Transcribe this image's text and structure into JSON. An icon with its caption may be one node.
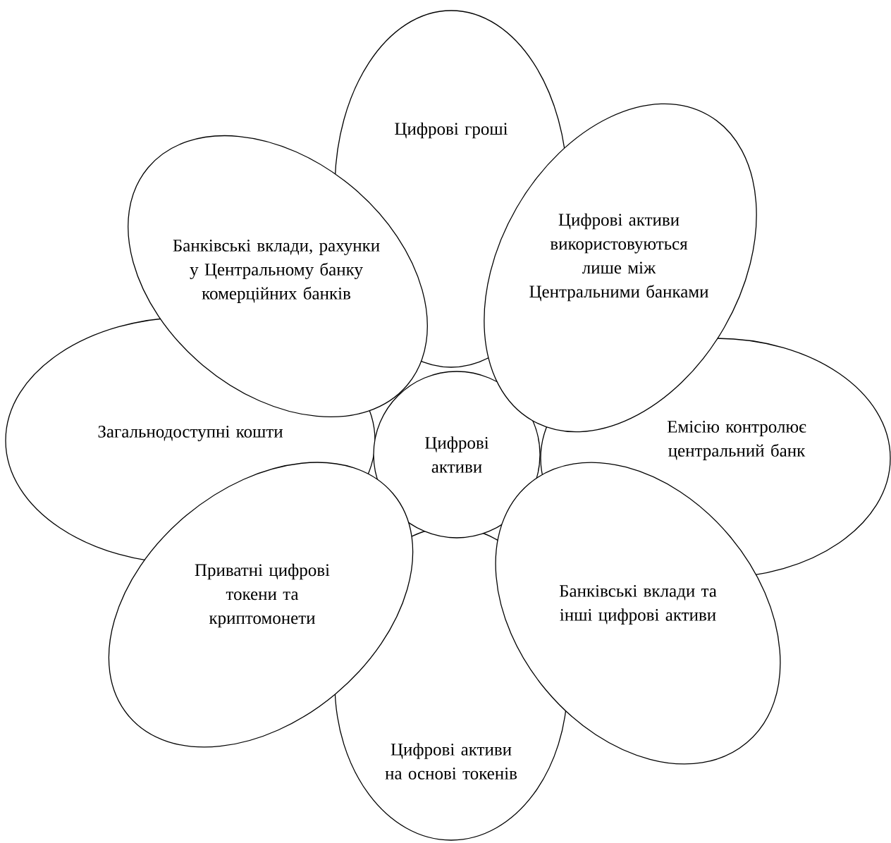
{
  "diagram": {
    "nodes": [
      {
        "text": [
          "Цифрові активи"
        ]
      },
      {
        "text": [
          "Цифрові гроші"
        ]
      },
      {
        "text": [
          "Цифрові активи використовуються лише між Центральними банками"
        ]
      },
      {
        "text": [
          "Емісію контролює центральний банк"
        ]
      },
      {
        "text": [
          "Банківські вклади та інші цифрові активи"
        ]
      },
      {
        "text": [
          "Цифрові активи на основі токенів"
        ]
      },
      {
        "text": [
          "Приватні цифрові токени та криптомонети"
        ]
      },
      {
        "text": [
          "Загальнодоступні кошти"
        ]
      },
      {
        "text": [
          "Банківські вклади, рахунки у Центральному банку комерційних банків"
        ]
      }
    ]
  }
}
